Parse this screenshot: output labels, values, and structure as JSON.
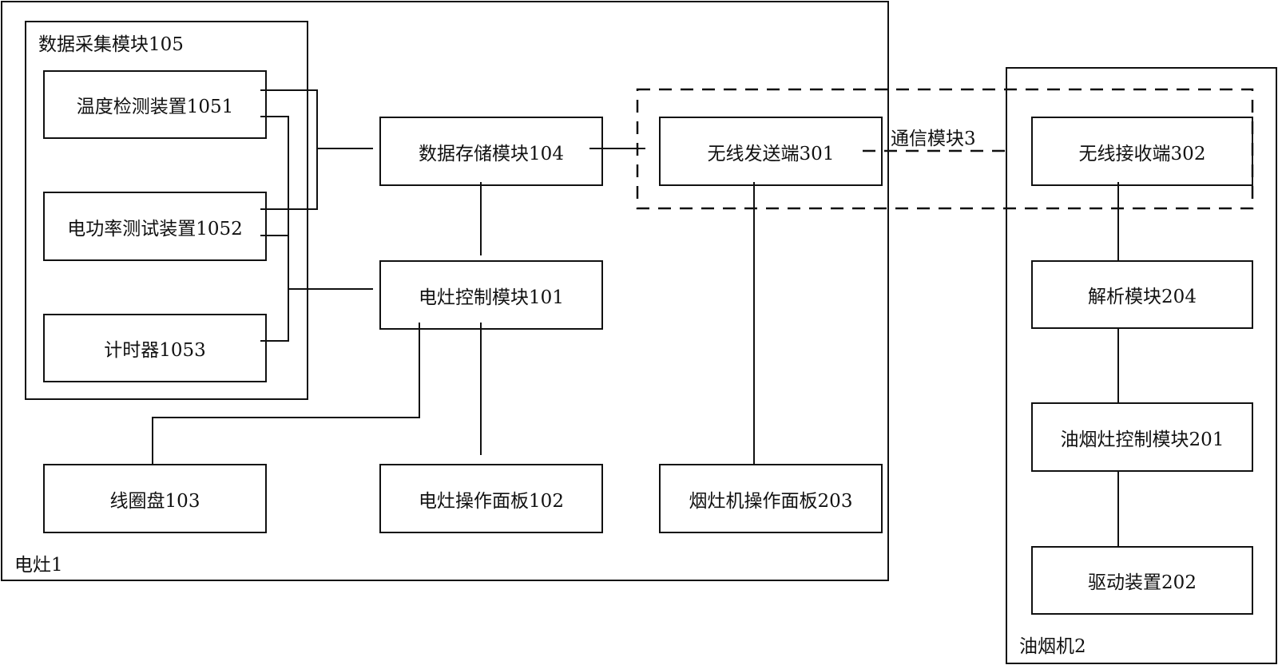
{
  "containers": {
    "stove": "电灶1",
    "data_collection": "数据采集模块105",
    "range_hood": "油烟机2",
    "communication": "通信模块3"
  },
  "nodes": {
    "temp_sensor": "温度检测装置1051",
    "power_tester": "电功率测试装置1052",
    "timer": "计时器1053",
    "data_storage": "数据存储模块104",
    "stove_control": "电灶控制模块101",
    "coil_plate": "线圈盘103",
    "stove_panel": "电灶操作面板102",
    "wireless_tx": "无线发送端301",
    "hood_panel": "烟灶机操作面板203",
    "wireless_rx": "无线接收端302",
    "parser": "解析模块204",
    "hood_control": "油烟灶控制模块201",
    "drive": "驱动装置202"
  }
}
